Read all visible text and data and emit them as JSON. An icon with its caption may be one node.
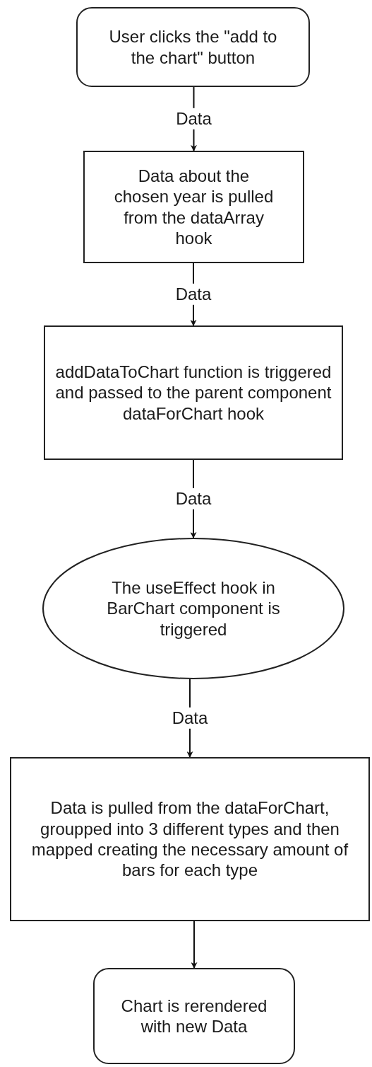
{
  "diagram": {
    "nodes": [
      {
        "text": [
          "User clicks the \"add to the chart\" button"
        ]
      },
      {
        "text": [
          "Data about the chosen year is pulled from the dataArray hook"
        ]
      },
      {
        "text": [
          "addDataToChart function is triggered and passed to the parent component dataForChart hook"
        ]
      },
      {
        "text": [
          "The useEffect hook in BarChart component is triggered"
        ]
      },
      {
        "text": [
          "Data is pulled from the dataForChart, groupped into 3 different types and then mapped creating the necessary amount of bars for each type"
        ]
      },
      {
        "text": [
          "Chart is rerendered with new Data"
        ]
      }
    ],
    "edges": [
      {
        "from": 0,
        "to": 1,
        "arrow": "to",
        "label": "Data"
      },
      {
        "from": 1,
        "to": 2,
        "arrow": "to",
        "label": "Data"
      },
      {
        "from": 2,
        "to": 3,
        "arrow": "to",
        "label": "Data"
      },
      {
        "from": 3,
        "to": 4,
        "arrow": "to",
        "label": "Data"
      },
      {
        "from": 4,
        "to": 5,
        "arrow": "to"
      }
    ]
  }
}
